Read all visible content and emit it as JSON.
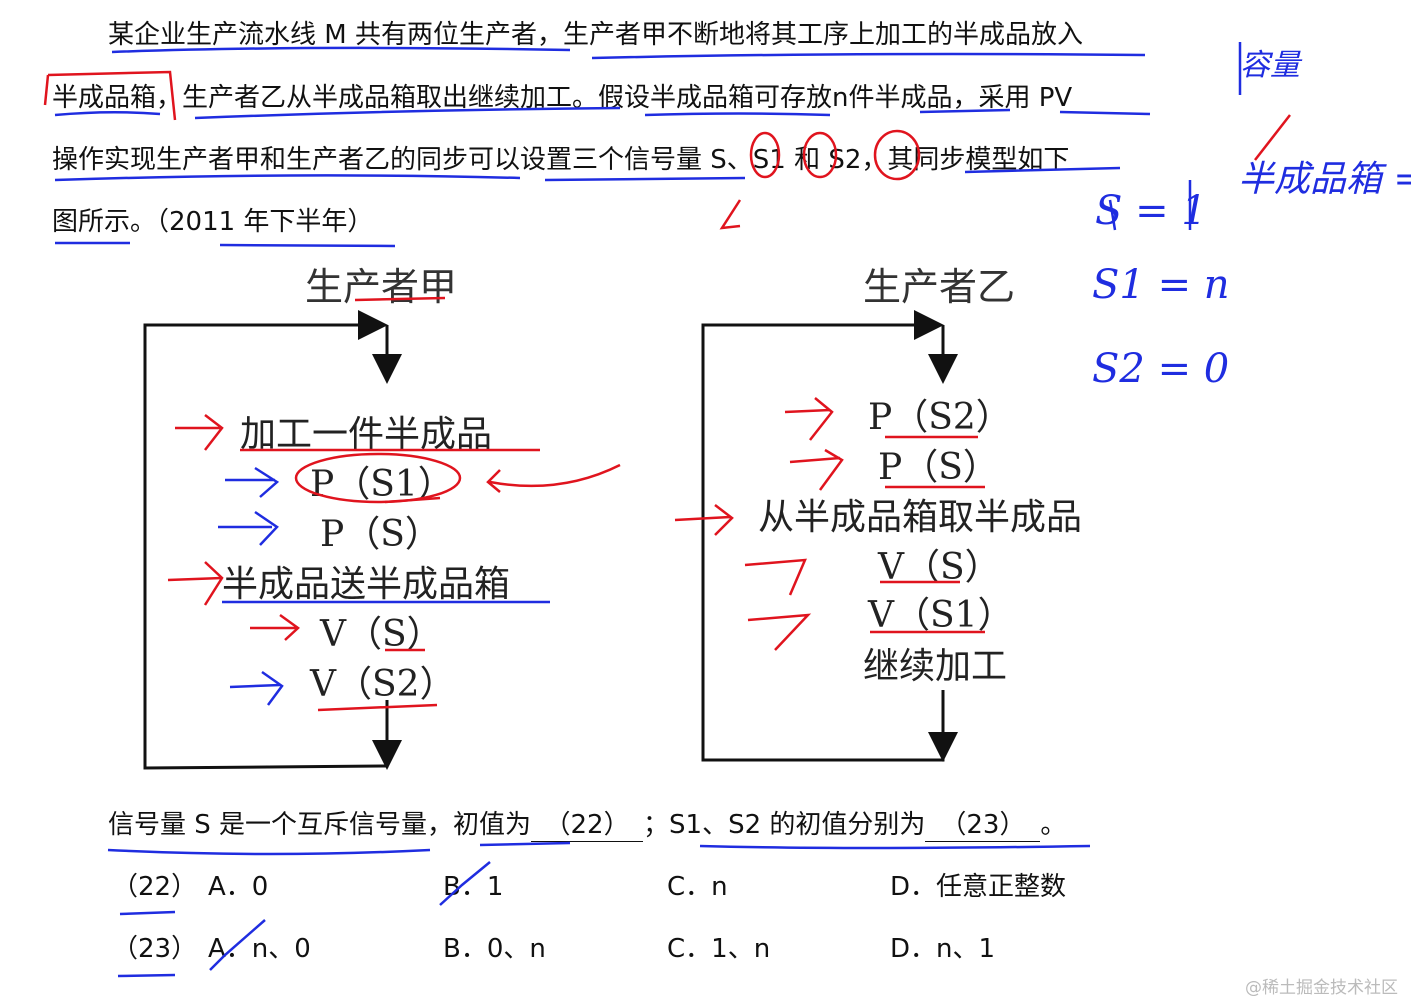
{
  "question": {
    "lines": [
      "某企业生产流水线 M 共有两位生产者，生产者甲不断地将其工序上加工的半成品放入",
      "半成品箱，生产者乙从半成品箱取出继续加工。假设半成品箱可存放n件半成品，采用 PV",
      "操作实现生产者甲和生产者乙的同步可以设置三个信号量 S、S1 和 S2，其同步模型如下",
      "图所示。（2011 年下半年）"
    ]
  },
  "diagram": {
    "left": {
      "title": "生产者甲",
      "steps": [
        "加工一件半成品",
        "P（S1）",
        "P（S）",
        "半成品送半成品箱",
        "V（S）",
        "V（S2）"
      ]
    },
    "right": {
      "title": "生产者乙",
      "steps": [
        "P（S2）",
        "P（S）",
        "从半成品箱取半成品",
        "V（S）",
        "V（S1）",
        "继续加工"
      ]
    }
  },
  "blanks": {
    "sentence_a": "信号量 S 是一个互斥信号量，初值为",
    "blank22": "（22）",
    "sep": "；S1、S2 的初值分别为",
    "blank23": "（23）",
    "end": "。"
  },
  "options": [
    {
      "num": "（22）",
      "choices": [
        "A．0",
        "B．1",
        "C．n",
        "D．任意正整数"
      ]
    },
    {
      "num": "（23）",
      "choices": [
        "A．n、0",
        "B．0、n",
        "C．1、n",
        "D．n、1"
      ]
    }
  ],
  "annotations": {
    "s": "S = 1",
    "s1": "S1 = n",
    "s2": "S2 = 0",
    "capacity": "半成品箱 = n",
    "capacity_label": "容量"
  },
  "watermark": "@稀土掘金技术社区",
  "colors": {
    "annotation_blue": "#1f2de0",
    "annotation_red": "#e0141e"
  }
}
